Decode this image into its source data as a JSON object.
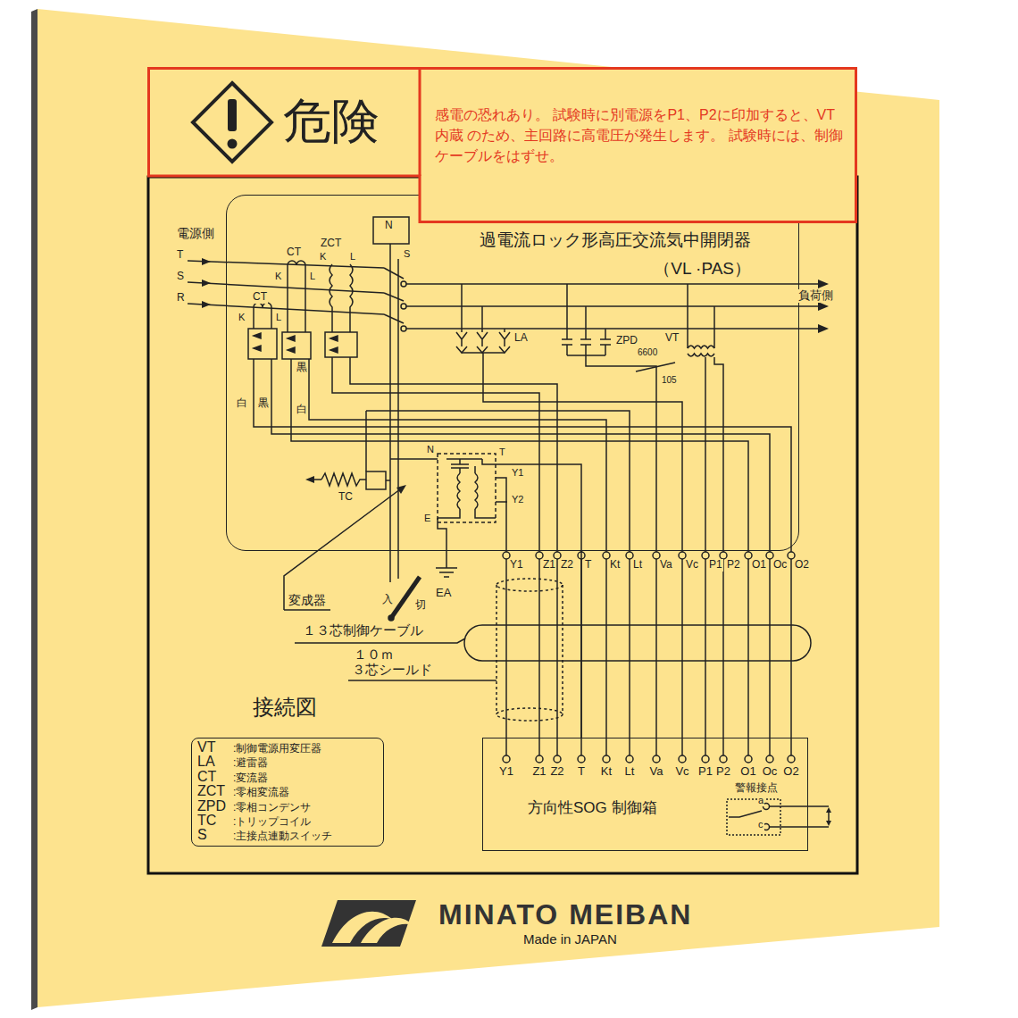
{
  "diagram": {
    "title": "接続図",
    "nodes": [
      {
        "text": [
          "危険",
          "感電の恐れあり。 試験時に別電源をP1、P2に印加すると、VT内蔵 のため、主回路に高電圧が発生します。 試験時には、制御ケーブルをはずせ。"
        ]
      },
      {
        "text": [
          "過電流ロック形高圧交流気中開閉器 （VL ·PAS）"
        ]
      },
      {
        "text": [
          "方向性SOG 制御箱"
        ]
      },
      {
        "text": [
          "VT",
          ":制御電源用変圧器",
          "LA",
          ":避雷器",
          "CT",
          ":変流器",
          "ZCT",
          ":零相変流器",
          "ZPD",
          ":零相コンデンサ",
          "TC",
          ":トリップコイル",
          "S",
          ":主接点連動スイッチ"
        ]
      }
    ],
    "edges": [
      {
        "from": 1,
        "to": 2,
        "arrow": "none"
      }
    ],
    "labels": [
      "電源側",
      "T",
      "S",
      "R",
      "CT",
      "ZCT",
      "K",
      "L",
      "K",
      "L",
      "CT",
      "K",
      "L",
      "N",
      "S",
      "LA",
      "ZPD",
      "VT",
      "6600",
      "105",
      "負荷側",
      "黒",
      "白",
      "黒",
      "白",
      "TC",
      "N",
      "T",
      "Y1",
      "Y2",
      "E",
      "EA",
      "入",
      "切",
      "変成器",
      "Y1",
      "Z1",
      "Z2",
      "T",
      "Kt",
      "Lt",
      "Va",
      "Vc",
      "P1",
      "P2",
      "O1",
      "Oc",
      "O2",
      "１３芯制御ケーブル",
      "１０ｍ",
      "３芯シールド",
      "Y1",
      "Z1",
      "Z2",
      "T",
      "Kt",
      "Lt",
      "Va",
      "Vc",
      "P1",
      "P2",
      "O1",
      "Oc",
      "O2",
      "警報接点",
      "a",
      "c",
      "MINATO MEIBAN",
      "Made in JAPAN"
    ]
  }
}
